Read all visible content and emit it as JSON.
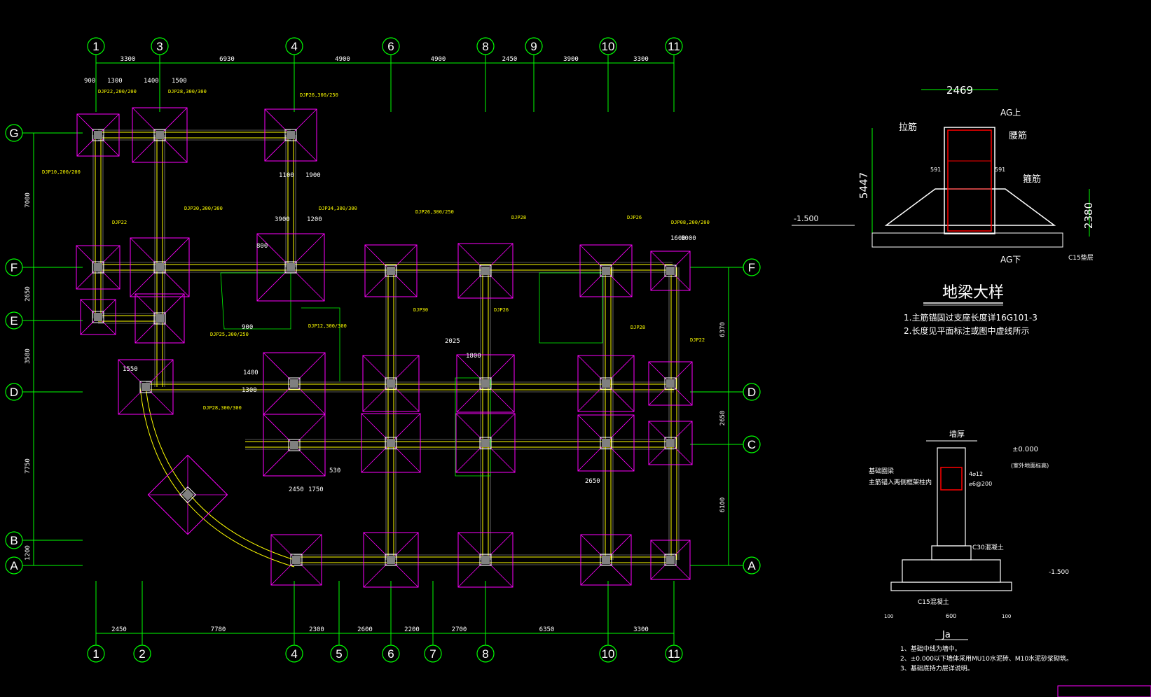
{
  "colors": {
    "background": "#000000",
    "grid_line": "#00ff00",
    "footing": "#ff00ff",
    "beam": "#ffff00",
    "column_fill": "#808080",
    "text": "#ffffff",
    "rebar": "#ff0000",
    "cyan": "#00ffff"
  },
  "top_axes": [
    "1",
    "3",
    "4",
    "6",
    "8",
    "9",
    "10",
    "11"
  ],
  "bottom_axes": [
    "1",
    "2",
    "4",
    "5",
    "6",
    "7",
    "8",
    "10",
    "11"
  ],
  "left_axes": [
    "G",
    "F",
    "E",
    "D",
    "B",
    "A"
  ],
  "right_axes": [
    "F",
    "D",
    "C",
    "A"
  ],
  "top_dims": [
    "3300",
    "6930",
    "4900",
    "4900",
    "2450",
    "3900",
    "3300"
  ],
  "bottom_dims": [
    "2450",
    "7780",
    "2300",
    "2600",
    "2200",
    "2700",
    "6350",
    "3300"
  ],
  "left_dims": [
    "7000",
    "2650",
    "3580",
    "7750",
    "1200"
  ],
  "right_dims": [
    "6370",
    "2650",
    "6100"
  ],
  "footing_labels": [
    "DJP22,200/200",
    "DJP28,300/300",
    "DJP26,300/250",
    "DJP22",
    "DJP30,300/300",
    "DJP34,300/300",
    "DJP26,300/250",
    "DJP28",
    "DJP26",
    "DJP08,200/200",
    "DJP10,200/200",
    "DJP25,300/250",
    "DJP12,300/300",
    "DJP28,300/300",
    "DJP30",
    "DJP26",
    "DJP28",
    "DJP22"
  ],
  "beam_detail": {
    "title": "地梁大样",
    "width_label": "2469",
    "height_label": "5447",
    "base_label": "2380",
    "elev_label": "-1.500",
    "side_label": "591",
    "labels": [
      "拉筋",
      "腰筋",
      "箍筋",
      "AG上",
      "AG下",
      "C15垫层"
    ],
    "notes": [
      "1.主筋锚固过支座长度详16G101-3",
      "2.长度见平面标注或图中虚线所示"
    ]
  },
  "wall_detail": {
    "top_label": "墙厚",
    "elev_top": "±0.000",
    "elev_note": "(室外地面标高)",
    "beam_label": "基础圈梁",
    "beam_note": "主筋锚入两侧框架柱内",
    "rebar_1": "4⌀12",
    "rebar_2": "⌀6@200",
    "concrete_label": "C30混凝土",
    "cushion_label": "C15混凝土",
    "elev_bottom": "-1.500",
    "width_label": "600",
    "side_dim": "100",
    "section_mark": "Ja",
    "notes": [
      "1、基础中线为墙中。",
      "2、±0.000以下墙体采用MU10水泥砖、M10水泥砂浆砌筑。",
      "3、基础底持力层详说明。"
    ]
  },
  "inline_dims": [
    "900",
    "1300",
    "1400",
    "1500",
    "1100",
    "1900",
    "3900",
    "1200",
    "800",
    "1600",
    "1000",
    "2450",
    "1750",
    "1550",
    "530",
    "1800",
    "2025",
    "2650"
  ]
}
